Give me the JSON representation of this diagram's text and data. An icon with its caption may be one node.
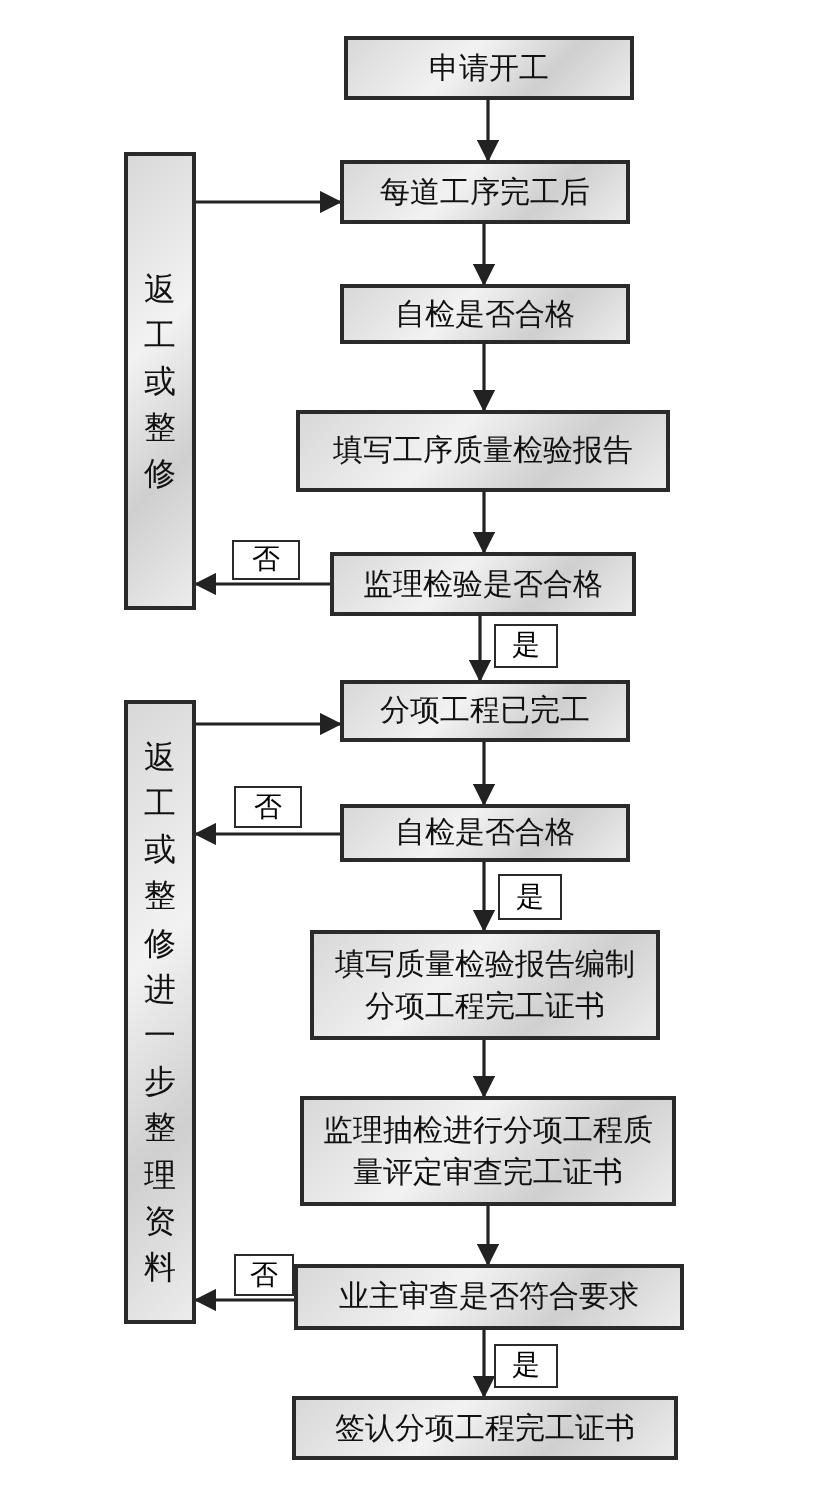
{
  "diagram": {
    "nodes": [
      {
        "text": [
          "申请开工"
        ]
      },
      {
        "text": [
          "每道工序完工后"
        ]
      },
      {
        "text": [
          "自检是否合格"
        ]
      },
      {
        "text": [
          "填写工序质量检验报告"
        ]
      },
      {
        "text": [
          "监理检验是否合格"
        ]
      },
      {
        "text": [
          "返工或整修"
        ]
      },
      {
        "text": [
          "分项工程已完工"
        ]
      },
      {
        "text": [
          "自检是否合格"
        ]
      },
      {
        "text": [
          "填写质量检验报告编制分项工程完工证书"
        ]
      },
      {
        "text": [
          "监理抽检进行分项工程质量评定审查完工证书"
        ]
      },
      {
        "text": [
          "业主审查是否符合要求"
        ]
      },
      {
        "text": [
          "签认分项工程完工证书"
        ]
      },
      {
        "text": [
          "返工或整修进一步整理资料"
        ]
      }
    ],
    "edges": [
      {
        "from": 0,
        "to": 1,
        "arrow": "to"
      },
      {
        "from": 1,
        "to": 2,
        "arrow": "to"
      },
      {
        "from": 2,
        "to": 3,
        "arrow": "to"
      },
      {
        "from": 3,
        "to": 4,
        "arrow": "to"
      },
      {
        "from": 4,
        "to": 5,
        "arrow": "to",
        "label": "否"
      },
      {
        "from": 5,
        "to": 1,
        "arrow": "to"
      },
      {
        "from": 4,
        "to": 6,
        "arrow": "to",
        "label": "是"
      },
      {
        "from": 6,
        "to": 7,
        "arrow": "to"
      },
      {
        "from": 7,
        "to": 12,
        "arrow": "to",
        "label": "否"
      },
      {
        "from": 7,
        "to": 8,
        "arrow": "to",
        "label": "是"
      },
      {
        "from": 8,
        "to": 9,
        "arrow": "to"
      },
      {
        "from": 9,
        "to": 10,
        "arrow": "to"
      },
      {
        "from": 10,
        "to": 12,
        "arrow": "to",
        "label": "否"
      },
      {
        "from": 12,
        "to": 6,
        "arrow": "to"
      },
      {
        "from": 10,
        "to": 11,
        "arrow": "to",
        "label": "是"
      }
    ]
  }
}
